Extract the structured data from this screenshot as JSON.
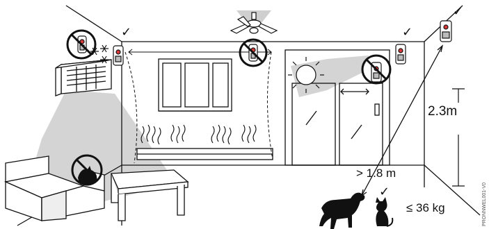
{
  "labels": {
    "mount_height": "2.3m",
    "min_distance": "> 1.8 m",
    "pet_weight": "≤ 36 kg",
    "doc_code": "PRONNWEL001-V0"
  },
  "marks": {
    "correct": "✓"
  },
  "icons": [
    "pir-sensor-icon",
    "no-symbol-icon",
    "snowflake-icon",
    "sun-icon",
    "ceiling-fan-icon",
    "dog-icon",
    "cat-icon",
    "sofa-icon",
    "table-icon",
    "window-icon",
    "air-conditioner-icon",
    "heater-icon"
  ],
  "colors": {
    "line": "#111111",
    "zone_gray": "#c8c8c8",
    "no_symbol": "#111111",
    "sensor_red": "#d83a3a"
  }
}
